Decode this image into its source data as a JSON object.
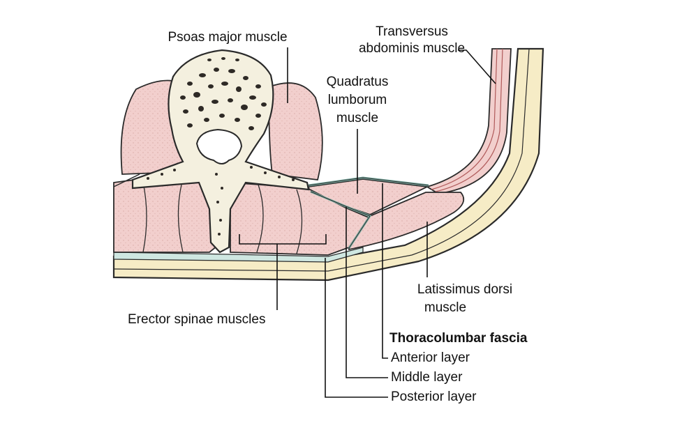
{
  "labels": {
    "psoas_major": "Psoas major muscle",
    "transversus_line1": "Transversus",
    "transversus_line2": "abdominis muscle",
    "quadratus_line1": "Quadratus",
    "quadratus_line2": "lumborum",
    "quadratus_line3": "muscle",
    "latissimus_line1": "Latissimus dorsi",
    "latissimus_line2": "muscle",
    "erector_spinae": "Erector spinae muscles",
    "fascia_title": "Thoracolumbar fascia",
    "anterior_layer": "Anterior layer",
    "middle_layer": "Middle layer",
    "posterior_layer": "Posterior layer"
  },
  "colors": {
    "muscle": "#f2cfcd",
    "bone": "#f4f0df",
    "skin": "#f6ecc6",
    "fascia": "#cfe7e1",
    "outline": "#2a2a2a"
  }
}
